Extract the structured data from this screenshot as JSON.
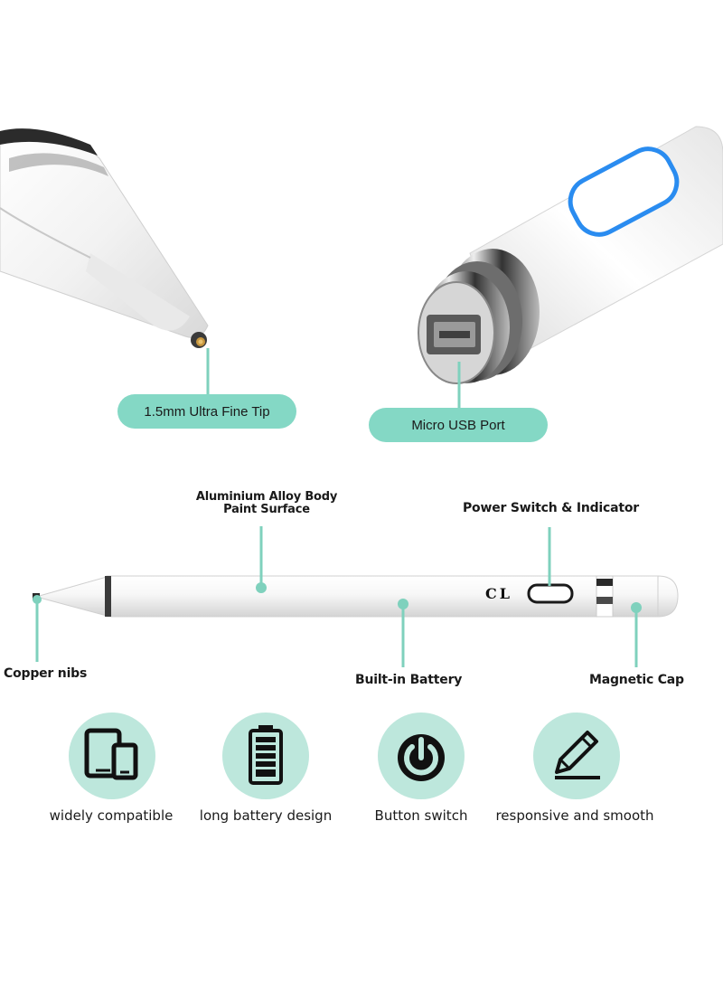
{
  "top_photos": {
    "tip_label": "1.5mm Ultra Fine Tip",
    "port_label": "Micro USB Port"
  },
  "pen_diagram": {
    "body_label": "Aluminium Alloy Body\nPaint Surface",
    "power_label": "Power Switch & Indicator",
    "nibs_label": "Copper nibs",
    "battery_label": "Built-in Battery",
    "cap_label": "Magnetic Cap",
    "logo_text": "CL"
  },
  "features": [
    {
      "icon": "devices-icon",
      "label": "widely compatible"
    },
    {
      "icon": "battery-icon",
      "label": "long battery design"
    },
    {
      "icon": "power-icon",
      "label": "Button switch"
    },
    {
      "icon": "pen-icon",
      "label": "responsive and smooth"
    }
  ],
  "colors": {
    "accent": "#84d8c5",
    "icon_bg": "#bde7dc",
    "line": "#7fd1bd",
    "indicator": "#2a8cf0"
  }
}
